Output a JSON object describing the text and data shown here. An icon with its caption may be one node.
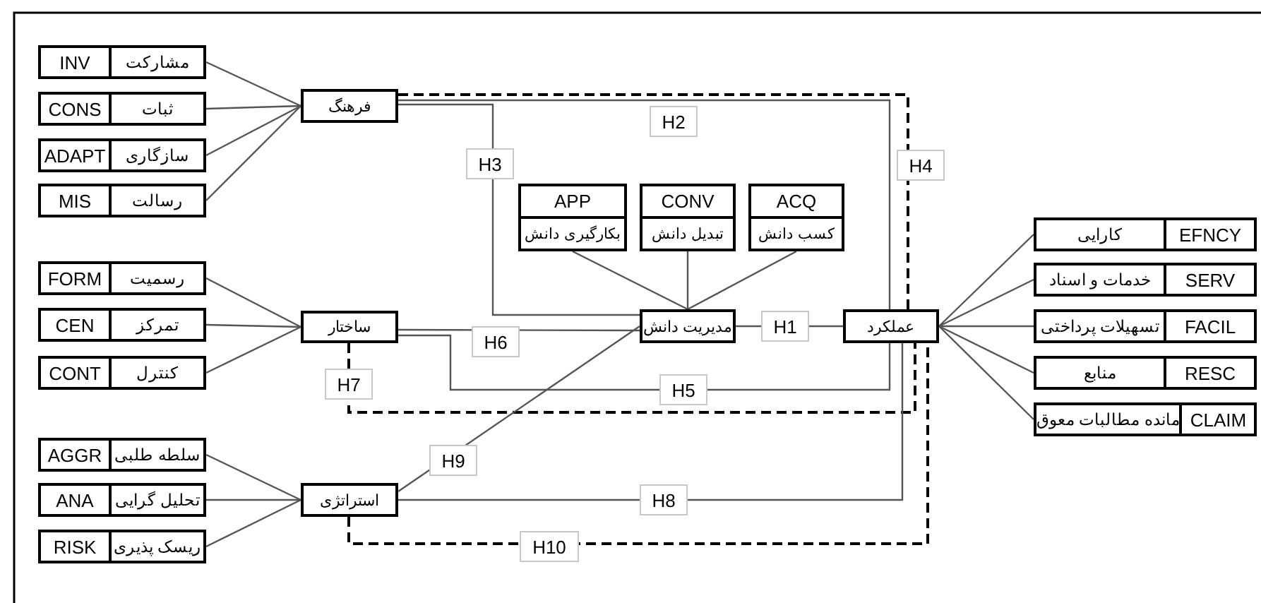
{
  "diagram": {
    "nodes": [
      {
        "text": [
          "مشارکت",
          "INV"
        ]
      },
      {
        "text": [
          "ثبات",
          "CONS"
        ]
      },
      {
        "text": [
          "سازگاری",
          "ADAPT"
        ]
      },
      {
        "text": [
          "رسالت",
          "MIS"
        ]
      },
      {
        "text": [
          "فرهنگ"
        ]
      },
      {
        "text": [
          "APP",
          "بکارگیری دانش"
        ]
      },
      {
        "text": [
          "CONV",
          "تبدیل دانش"
        ]
      },
      {
        "text": [
          "ACQ",
          "کسب دانش"
        ]
      },
      {
        "text": [
          "رسمیت",
          "FORM"
        ]
      },
      {
        "text": [
          "تمرکز",
          "CEN"
        ]
      },
      {
        "text": [
          "کنترل",
          "CONT"
        ]
      },
      {
        "text": [
          "ساختار"
        ]
      },
      {
        "text": [
          "مدیریت دانش"
        ]
      },
      {
        "text": [
          "عملکرد"
        ]
      },
      {
        "text": [
          "EFNCY",
          "کارایی"
        ]
      },
      {
        "text": [
          "SERV",
          "خدمات و اسناد"
        ]
      },
      {
        "text": [
          "FACIL",
          "تسهیلات پرداختی"
        ]
      },
      {
        "text": [
          "RESC",
          "منابع"
        ]
      },
      {
        "text": [
          "CLAIM",
          "مانده مطالبات معوق"
        ]
      },
      {
        "text": [
          "سلطه طلبی",
          "AGGR"
        ]
      },
      {
        "text": [
          "تحلیل گرایی",
          "ANA"
        ]
      },
      {
        "text": [
          "ریسک پذیری",
          "RISK"
        ]
      },
      {
        "text": [
          "استراتژی"
        ]
      }
    ],
    "edges": [
      {
        "from": 0,
        "to": 4,
        "arrow": "none"
      },
      {
        "from": 1,
        "to": 4,
        "arrow": "none"
      },
      {
        "from": 2,
        "to": 4,
        "arrow": "none"
      },
      {
        "from": 3,
        "to": 4,
        "arrow": "none"
      },
      {
        "from": 8,
        "to": 11,
        "arrow": "none"
      },
      {
        "from": 9,
        "to": 11,
        "arrow": "none"
      },
      {
        "from": 10,
        "to": 11,
        "arrow": "none"
      },
      {
        "from": 19,
        "to": 22,
        "arrow": "none"
      },
      {
        "from": 20,
        "to": 22,
        "arrow": "none"
      },
      {
        "from": 21,
        "to": 22,
        "arrow": "none"
      },
      {
        "from": 5,
        "to": 12,
        "arrow": "none"
      },
      {
        "from": 6,
        "to": 12,
        "arrow": "none"
      },
      {
        "from": 7,
        "to": 12,
        "arrow": "none"
      },
      {
        "from": 13,
        "to": 14,
        "arrow": "none"
      },
      {
        "from": 13,
        "to": 15,
        "arrow": "none"
      },
      {
        "from": 13,
        "to": 16,
        "arrow": "none"
      },
      {
        "from": 13,
        "to": 17,
        "arrow": "none"
      },
      {
        "from": 13,
        "to": 18,
        "arrow": "none"
      },
      {
        "from": 12,
        "to": 13,
        "arrow": "none",
        "label": "H1"
      },
      {
        "from": 4,
        "to": 13,
        "arrow": "none",
        "label": "H2"
      },
      {
        "from": 4,
        "to": 12,
        "arrow": "none",
        "label": "H3"
      },
      {
        "from": 4,
        "to": 13,
        "arrow": "none",
        "label": "H4",
        "style": "dashed",
        "color": "#000000"
      },
      {
        "from": 11,
        "to": 13,
        "arrow": "none",
        "label": "H5"
      },
      {
        "from": 11,
        "to": 12,
        "arrow": "none",
        "label": "H6"
      },
      {
        "from": 11,
        "to": 13,
        "arrow": "none",
        "label": "H7",
        "style": "dashed",
        "color": "#000000"
      },
      {
        "from": 22,
        "to": 13,
        "arrow": "none",
        "label": "H8"
      },
      {
        "from": 22,
        "to": 12,
        "arrow": "none",
        "label": "H9"
      },
      {
        "from": 22,
        "to": 13,
        "arrow": "none",
        "label": "H10",
        "style": "dashed",
        "color": "#000000"
      }
    ]
  }
}
